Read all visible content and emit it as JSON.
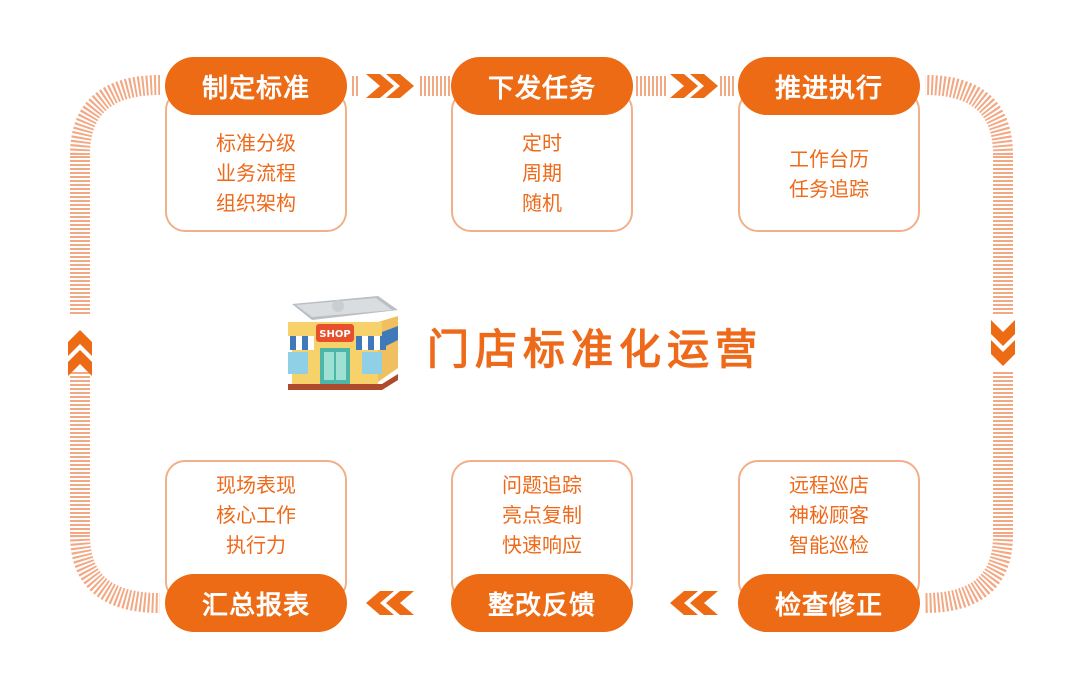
{
  "center_title": "门店标准化运营",
  "shop_sign": "SHOP",
  "colors": {
    "accent": "#ec6b14",
    "card_border": "#f2b08a",
    "text": "#ee6a1a",
    "flow_line": "#f3a884"
  },
  "steps": [
    {
      "label": "制定标准",
      "items": [
        "标准分级",
        "业务流程",
        "组织架构"
      ]
    },
    {
      "label": "下发任务",
      "items": [
        "定时",
        "周期",
        "随机"
      ]
    },
    {
      "label": "推进执行",
      "items": [
        "工作台历",
        "任务追踪"
      ]
    },
    {
      "label": "检查修正",
      "items": [
        "远程巡店",
        "神秘顾客",
        "智能巡检"
      ]
    },
    {
      "label": "整改反馈",
      "items": [
        "问题追踪",
        "亮点复制",
        "快速响应"
      ]
    },
    {
      "label": "汇总报表",
      "items": [
        "现场表现",
        "核心工作",
        "执行力"
      ]
    }
  ]
}
